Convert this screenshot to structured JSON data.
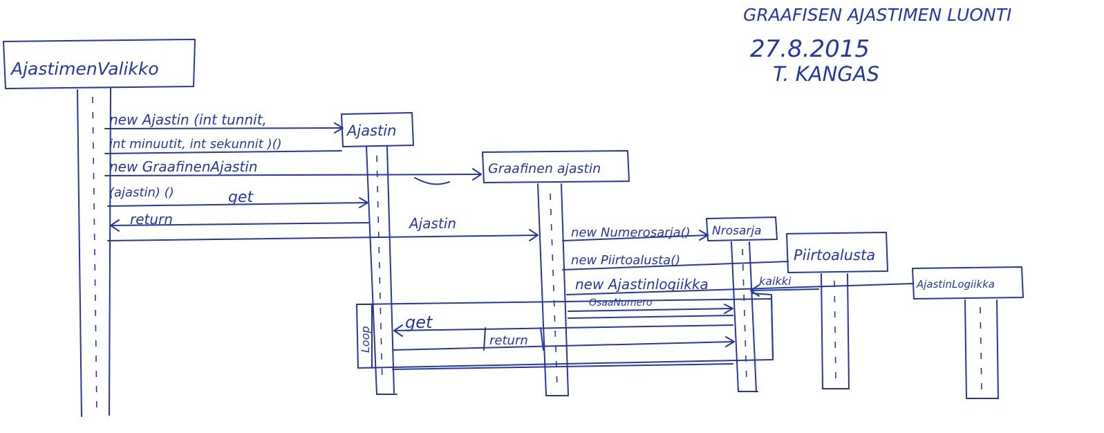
{
  "header": {
    "title": "GRAAFISEN AJASTIMEN LUONTI",
    "date": "27.8.2015",
    "author": "T. KANGAS"
  },
  "participants": {
    "valikko": "AjastimenValikko",
    "ajastin": "Ajastin",
    "graafinen": "Graafinen ajastin",
    "numerosarja": "Nrosarja",
    "piirtoalusta": "Piirtoalusta",
    "logiikka": "AjastinLogiikka"
  },
  "messages": {
    "m1_line1": "new Ajastin (int tunnit,",
    "m1_line2": "int minuutit, int sekunnit )()",
    "m2_line1": "new GraafinenAjastin",
    "m2_line2": "(ajastin) ()",
    "m3": "get",
    "m4": "return",
    "m5": "Ajastin",
    "m6": "new Numerosarja()",
    "m7": "new Piirtoalusta()",
    "m8": "new Ajastinlogiikka",
    "m9": "kaikki",
    "m10": "OsaaNumero",
    "m11": "get",
    "m12": "return"
  },
  "fragment": {
    "label": "Loop"
  },
  "colors": {
    "ink": "#2336a8"
  }
}
